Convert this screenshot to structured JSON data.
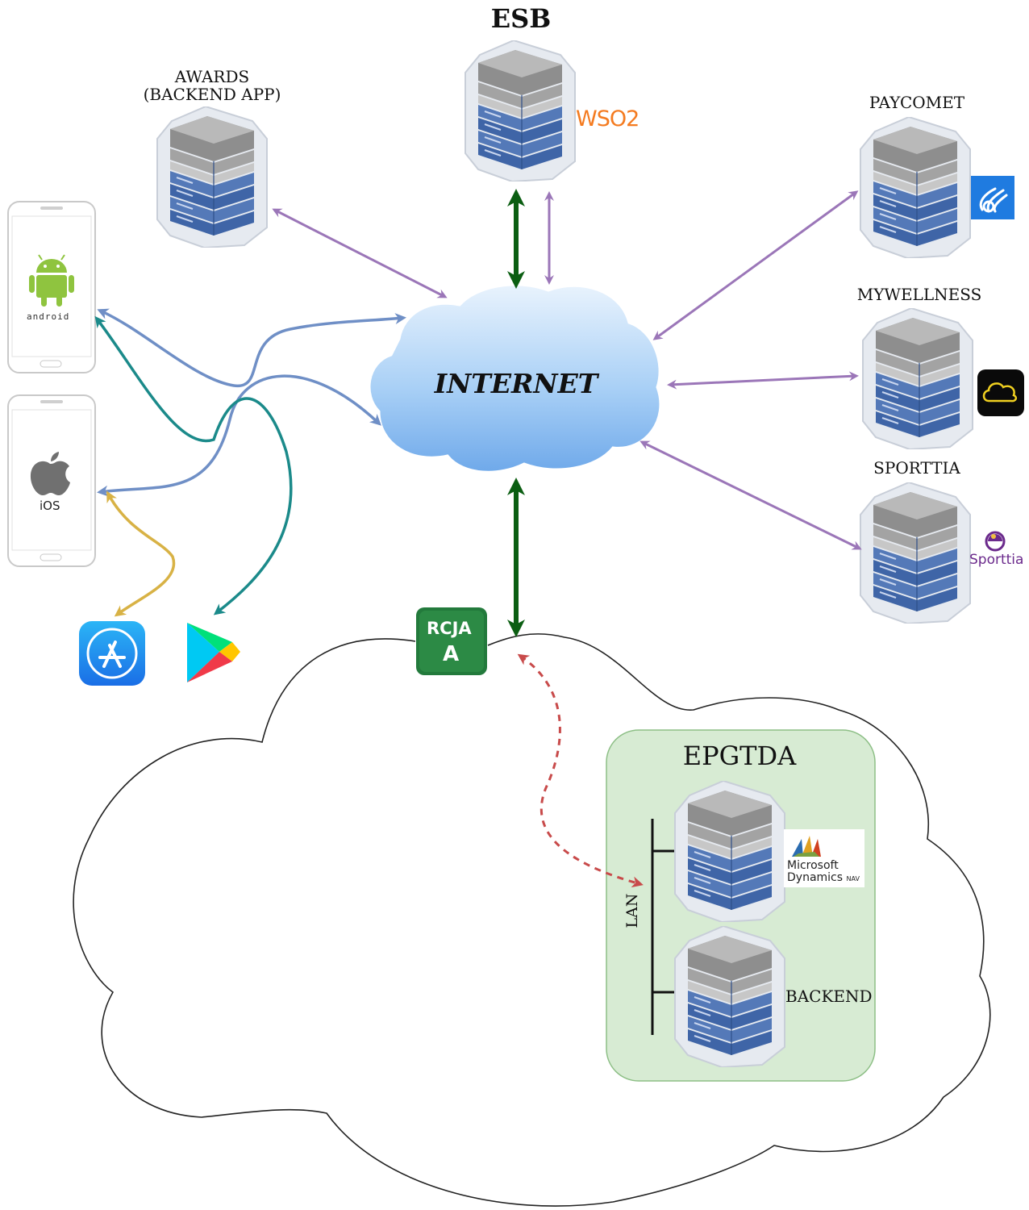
{
  "labels": {
    "esb": "ESB",
    "awards": "AWARDS\n(BACKEND APP)",
    "paycomet": "PAYCOMET",
    "mywellness": "MYWELLNESS",
    "sporttia": "SPORTTIA",
    "internet": "INTERNET",
    "epgtda": "EPGTDA",
    "lan": "LAN",
    "backend": "BACKEND"
  },
  "logos": {
    "wso2": "WSO2",
    "sporttia": "Sporttia",
    "android": "android",
    "ios": "iOS",
    "rcja_line1": "RCJA",
    "rcja_line2": "A",
    "ms_line1": "Microsoft",
    "ms_line2": "Dynamics",
    "ms_nav": "NAV"
  },
  "colors": {
    "purple_link": "#9b76b8",
    "blue_link": "#6f8fc6",
    "teal_link": "#1b8a8a",
    "gold_link": "#d8b245",
    "dark_green_link": "#0b5e12",
    "dashed_red_link": "#c84a4a",
    "epgtda_fill": "#d7ebd3",
    "cloud_blue": "#8ec1f3",
    "server_blue": "#3f65a7",
    "server_gray": "#9a9a9a"
  }
}
